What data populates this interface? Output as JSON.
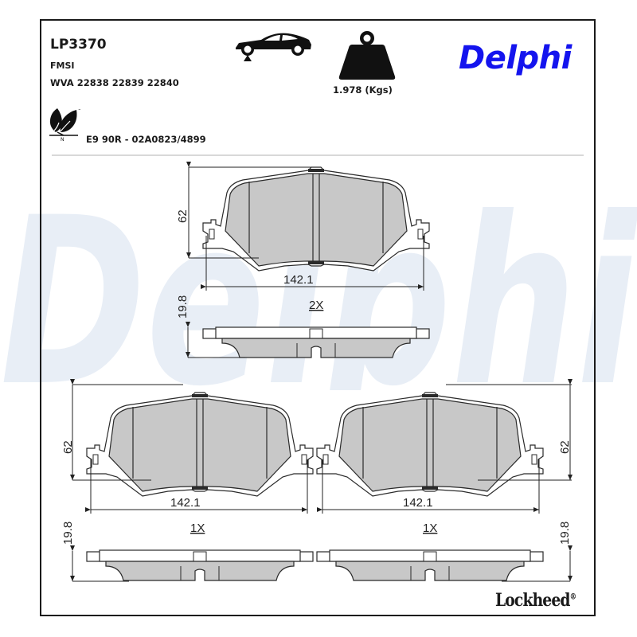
{
  "header": {
    "part_number": "LP3370",
    "fmsi_label": "FMSI",
    "wva_numbers": "WVA 22838 22839 22840",
    "approval_code": "E9 90R - 02A0823/4899",
    "weight": "1.978 (Kgs)",
    "brand": "Delphi",
    "brand_color": "#1414ee",
    "footer_brand": "Lockheed",
    "footer_brand_mark": "®",
    "eco_icon_letter": "N",
    "eco_icon_tm": "™"
  },
  "icons": {
    "car": "car-front-axle-icon",
    "weight": "weight-icon",
    "eco": "leaf-eco-icon"
  },
  "watermark": {
    "text": "Delphi",
    "color": "#e8eef6"
  },
  "drawings": {
    "top_view": {
      "width_label": "142.1",
      "height_label": "62",
      "quantity_label": "2X",
      "thickness_label": "19.8"
    },
    "bottom_left": {
      "width_label": "142.1",
      "height_label": "62",
      "quantity_label": "1X",
      "thickness_label": "19.8"
    },
    "bottom_right": {
      "width_label": "142.1",
      "height_label": "62",
      "quantity_label": "1X",
      "thickness_label": "19.8"
    }
  },
  "colors": {
    "pad_fill": "#c8c8c8",
    "line": "#2a2a2a"
  }
}
